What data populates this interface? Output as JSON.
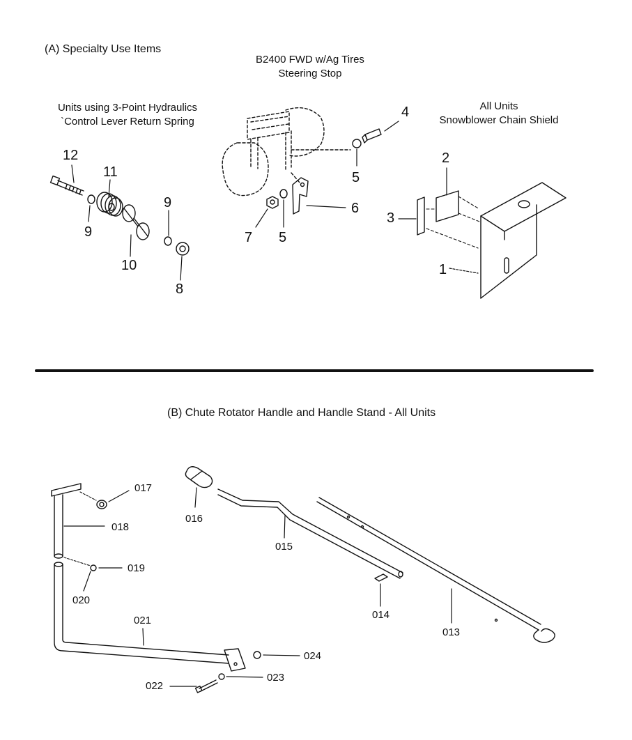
{
  "section_a": {
    "title": "(A)  Specialty Use Items",
    "steering_stop": {
      "line1": "B2400  FWD w/Ag Tires",
      "line2": "Steering Stop"
    },
    "hydraulics": {
      "line1": "Units using 3-Point Hydraulics",
      "line2": "`Control Lever Return Spring"
    },
    "chain_shield": {
      "line1": "All Units",
      "line2": "Snowblower Chain Shield"
    },
    "callouts": {
      "p12": "12",
      "p11": "11",
      "p9a": "9",
      "p10": "10",
      "p9b": "9",
      "p8": "8",
      "p4": "4",
      "p5a": "5",
      "p6": "6",
      "p5b": "5",
      "p7": "7",
      "p2": "2",
      "p3": "3",
      "p1": "1"
    }
  },
  "section_b": {
    "title": "(B)  Chute Rotator Handle and Handle Stand - All Units",
    "callouts": {
      "p017": "017",
      "p018": "018",
      "p019": "019",
      "p020": "020",
      "p021": "021",
      "p022": "022",
      "p023": "023",
      "p024": "024",
      "p016": "016",
      "p015": "015",
      "p014": "014",
      "p013": "013"
    }
  }
}
